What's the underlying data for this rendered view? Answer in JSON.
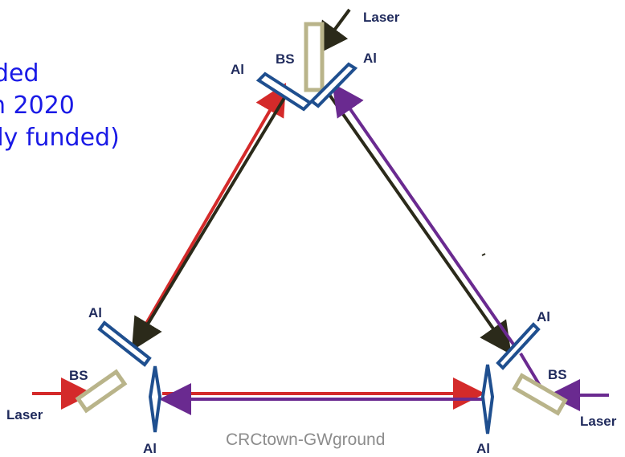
{
  "slide_text": {
    "line1": "nded",
    "line2": "n 2020",
    "line3": "lly funded)"
  },
  "diagram": {
    "labels": {
      "laser_top": "Laser",
      "laser_left": "Laser",
      "laser_right": "Laser",
      "bs_top": "BS",
      "bs_left": "BS",
      "bs_right": "BS",
      "al_top_left": "Al",
      "al_top_right": "Al",
      "al_left_upper": "Al",
      "al_left_lower": "Al",
      "al_right_upper": "Al",
      "al_right_lower": "Al"
    },
    "colors": {
      "red_beam": "#d42a2a",
      "dark_beam": "#2b2a1a",
      "purple_beam": "#6a2a90",
      "mirror_stroke": "#1f4f8f",
      "beamsplitter_stroke": "#b9b48a",
      "label": "#1f2a5c"
    }
  },
  "caption": "CRCtown-GWground"
}
